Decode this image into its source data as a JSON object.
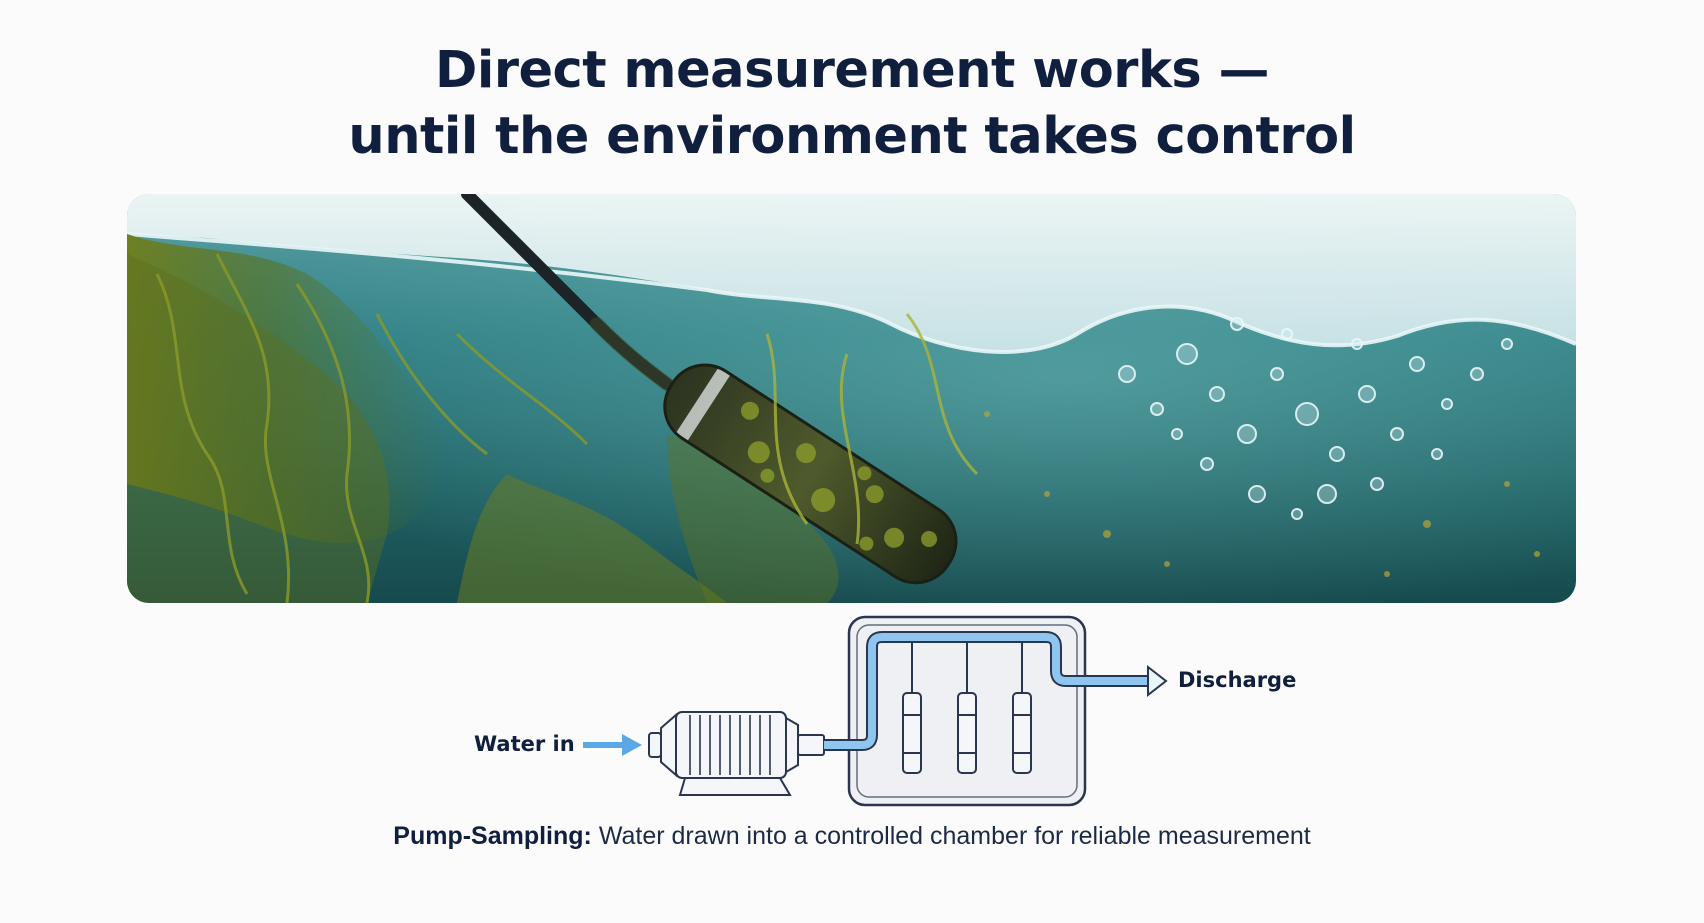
{
  "title": {
    "line1": "Direct measurement works —",
    "line2": "until the environment takes control"
  },
  "diagram": {
    "water_in_label": "Water in",
    "discharge_label": "Discharge",
    "flow_color": "#5aa8e6",
    "outline_color": "#2a3550"
  },
  "caption": {
    "bold": "Pump-Sampling:",
    "text": " Water drawn into a controlled chamber for reliable measurement"
  },
  "icons": [
    "underwater-sensor-photo",
    "pump-icon",
    "sample-chamber-icon",
    "flow-arrow-icon"
  ]
}
